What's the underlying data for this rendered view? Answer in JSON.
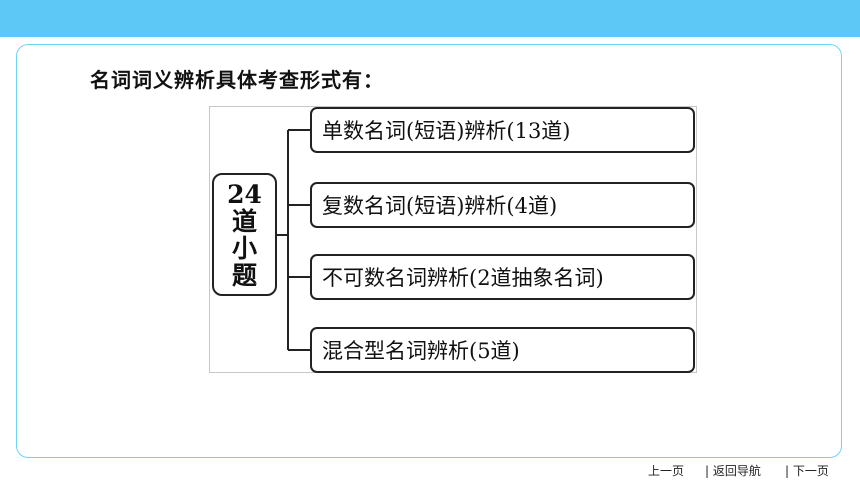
{
  "heading": "名词词义辨析具体考查形式有：",
  "diagram": {
    "root": [
      "24",
      "道",
      "小",
      "题"
    ],
    "branches": [
      "单数名词(短语)辨析(13道)",
      "复数名词(短语)辨析(4道)",
      "不可数名词辨析(2道抽象名词)",
      "混合型名词辨析(5道)"
    ]
  },
  "nav": {
    "prev": "上一页",
    "back": "| 返回导航",
    "next": "| 下一页"
  },
  "colors": {
    "top_bar": "#5dc8f5",
    "frame_border": "#6fd3f5"
  }
}
